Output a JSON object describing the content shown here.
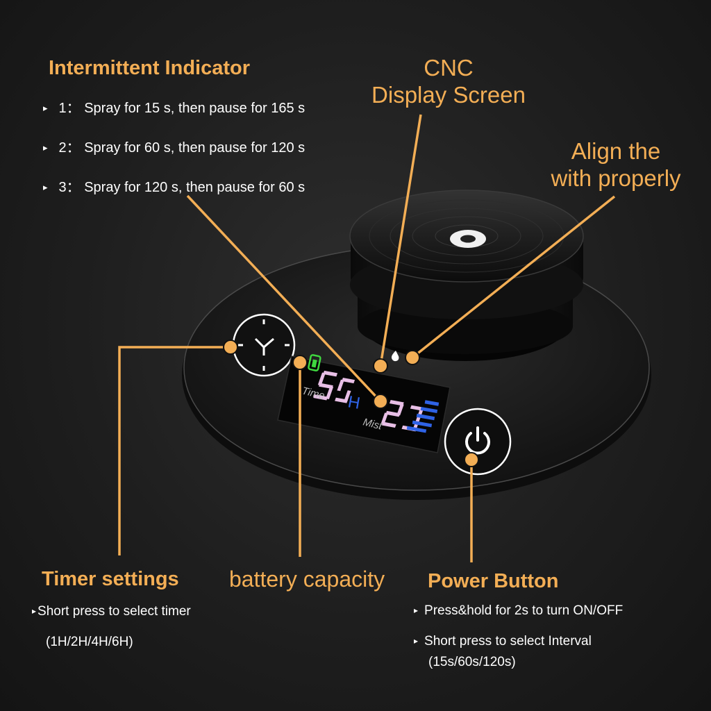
{
  "intermittent": {
    "title": "Intermittent Indicator",
    "items": [
      {
        "marker": "▸",
        "text": "1： Spray for 15 s, then pause for 165 s"
      },
      {
        "marker": "▸",
        "text": "2： Spray for 60 s, then pause for 120 s"
      },
      {
        "marker": "▸",
        "text": "3： Spray for 120 s, then pause for 60 s"
      }
    ]
  },
  "cnc": {
    "line1": "CNC",
    "line2": "Display Screen"
  },
  "align": {
    "line1": "Align the",
    "line2": "with properly"
  },
  "device": {
    "display": {
      "time_label": "Time",
      "hour_unit": "H",
      "mist_label": "Mist"
    }
  },
  "timer": {
    "title": "Timer settings",
    "marker": "▸",
    "line1": "Short press to select timer",
    "line2": "(1H/2H/4H/6H)"
  },
  "battery": {
    "title": "battery capacity"
  },
  "power": {
    "title": "Power Button",
    "items": [
      {
        "marker": "▸",
        "text": "Press&hold for 2s to turn ON/OFF"
      },
      {
        "marker": "▸",
        "text": "Short press to select Interval"
      }
    ],
    "item2_line2": "(15s/60s/120s)"
  },
  "colors": {
    "accent": "#f3ae55",
    "text": "#ffffff",
    "background": "#1e1e1e",
    "display_digits": "#e8bfe6",
    "display_blue": "#2f63e6",
    "battery_green": "#3fd83f"
  },
  "icons": [
    "clock-icon",
    "power-icon",
    "battery-icon",
    "water-drop-icon",
    "play-triangle-icon"
  ]
}
